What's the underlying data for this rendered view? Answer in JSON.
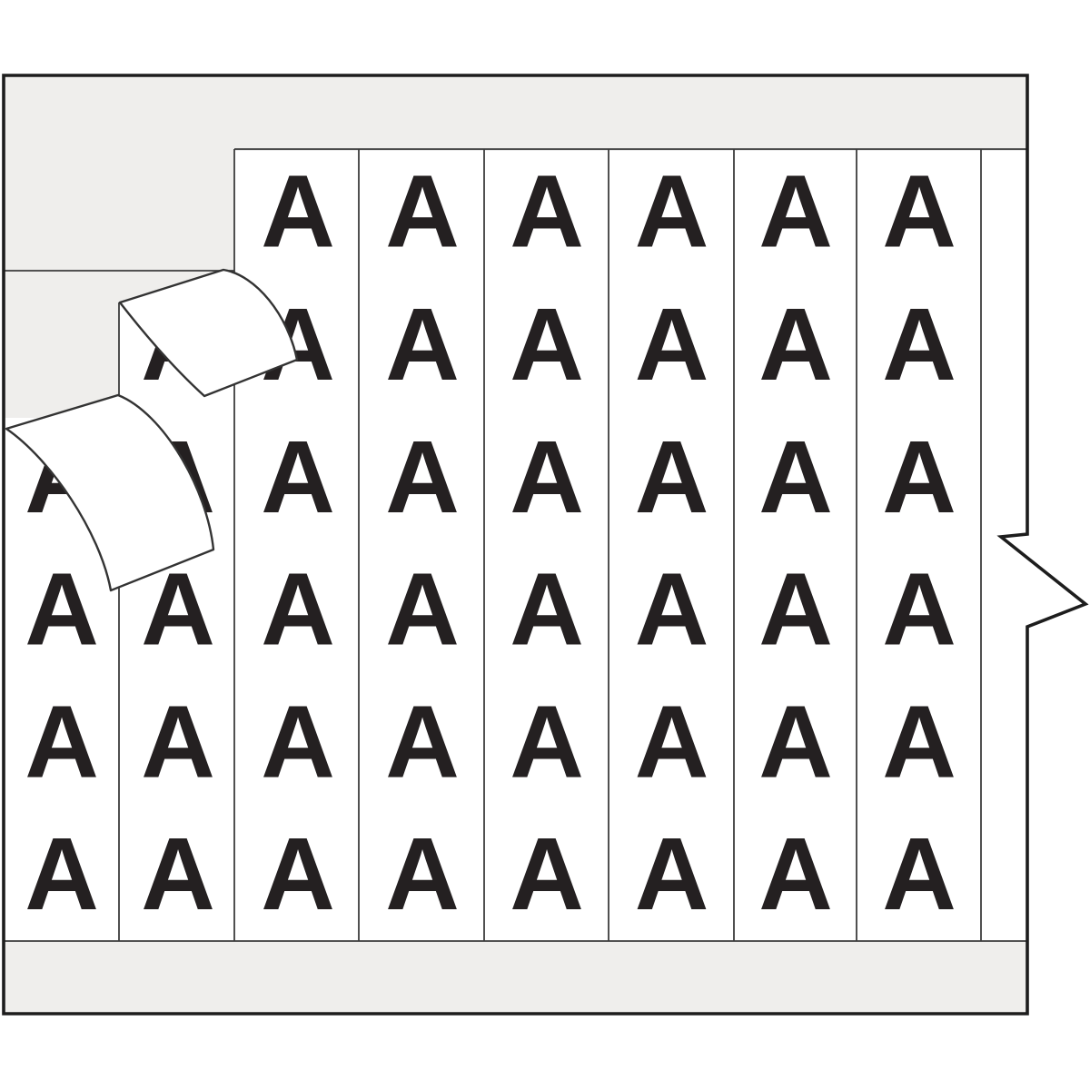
{
  "image_description": "Wire marker card product illustration with repeating letter labels",
  "label": {
    "letter": "A",
    "rows_per_strip": 6,
    "full_strips": 8,
    "partial_strips": 1,
    "peeled_labels_count": 2
  },
  "colors": {
    "page_background": "#ffffff",
    "card_gray": "#efeeec",
    "card_border": "#1d1d1d",
    "strip_line": "#3c3c3c",
    "letter_black": "#242021",
    "label_white": "#ffffff"
  },
  "strips": [
    {
      "column": 1,
      "letter": "A",
      "visible_rows": [
        3,
        4,
        5,
        6
      ]
    },
    {
      "column": 2,
      "letter": "A",
      "visible_rows": [
        2,
        3,
        4,
        5,
        6
      ]
    },
    {
      "column": 3,
      "letter": "A",
      "visible_rows": [
        1,
        2,
        3,
        4,
        5,
        6
      ]
    },
    {
      "column": 4,
      "letter": "A",
      "visible_rows": [
        1,
        2,
        3,
        4,
        5,
        6
      ]
    },
    {
      "column": 5,
      "letter": "A",
      "visible_rows": [
        1,
        2,
        3,
        4,
        5,
        6
      ]
    },
    {
      "column": 6,
      "letter": "A",
      "visible_rows": [
        1,
        2,
        3,
        4,
        5,
        6
      ]
    },
    {
      "column": 7,
      "letter": "A",
      "visible_rows": [
        1,
        2,
        3,
        4,
        5,
        6
      ]
    },
    {
      "column": 8,
      "letter": "A",
      "visible_rows": [
        1,
        2,
        3,
        4,
        5,
        6
      ]
    },
    {
      "column": 9,
      "letter": "A",
      "visible_rows": []
    }
  ],
  "peeled_labels": [
    {
      "position": "upper-left-first",
      "state": "curled-up"
    },
    {
      "position": "upper-left-second",
      "state": "curled-down"
    }
  ]
}
